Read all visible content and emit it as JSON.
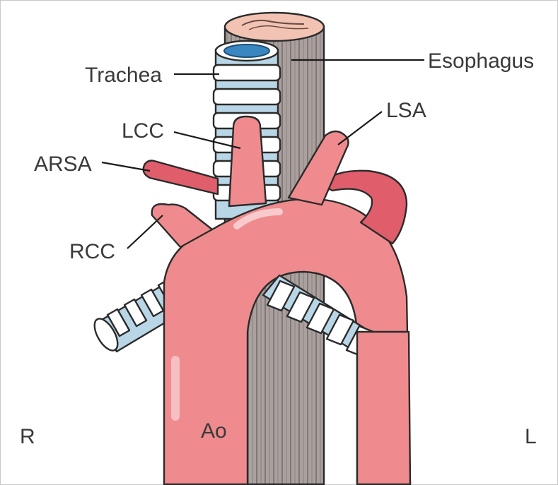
{
  "labels": {
    "trachea": "Trachea",
    "esophagus": "Esophagus",
    "lcc": "LCC",
    "lsa": "LSA",
    "arsa": "ARSA",
    "rcc": "RCC",
    "right": "R",
    "aorta": "Ao",
    "left": "L"
  },
  "colors": {
    "artery": "#ef8b8e",
    "artery_dark": "#e05e6c",
    "esophagus": "#aaa09e",
    "esophagus_top": "#f2c3b3",
    "cartilage": "#ffffff",
    "tracheal_membrane": "#b8d6e6",
    "lumen": "#3a86c0"
  }
}
